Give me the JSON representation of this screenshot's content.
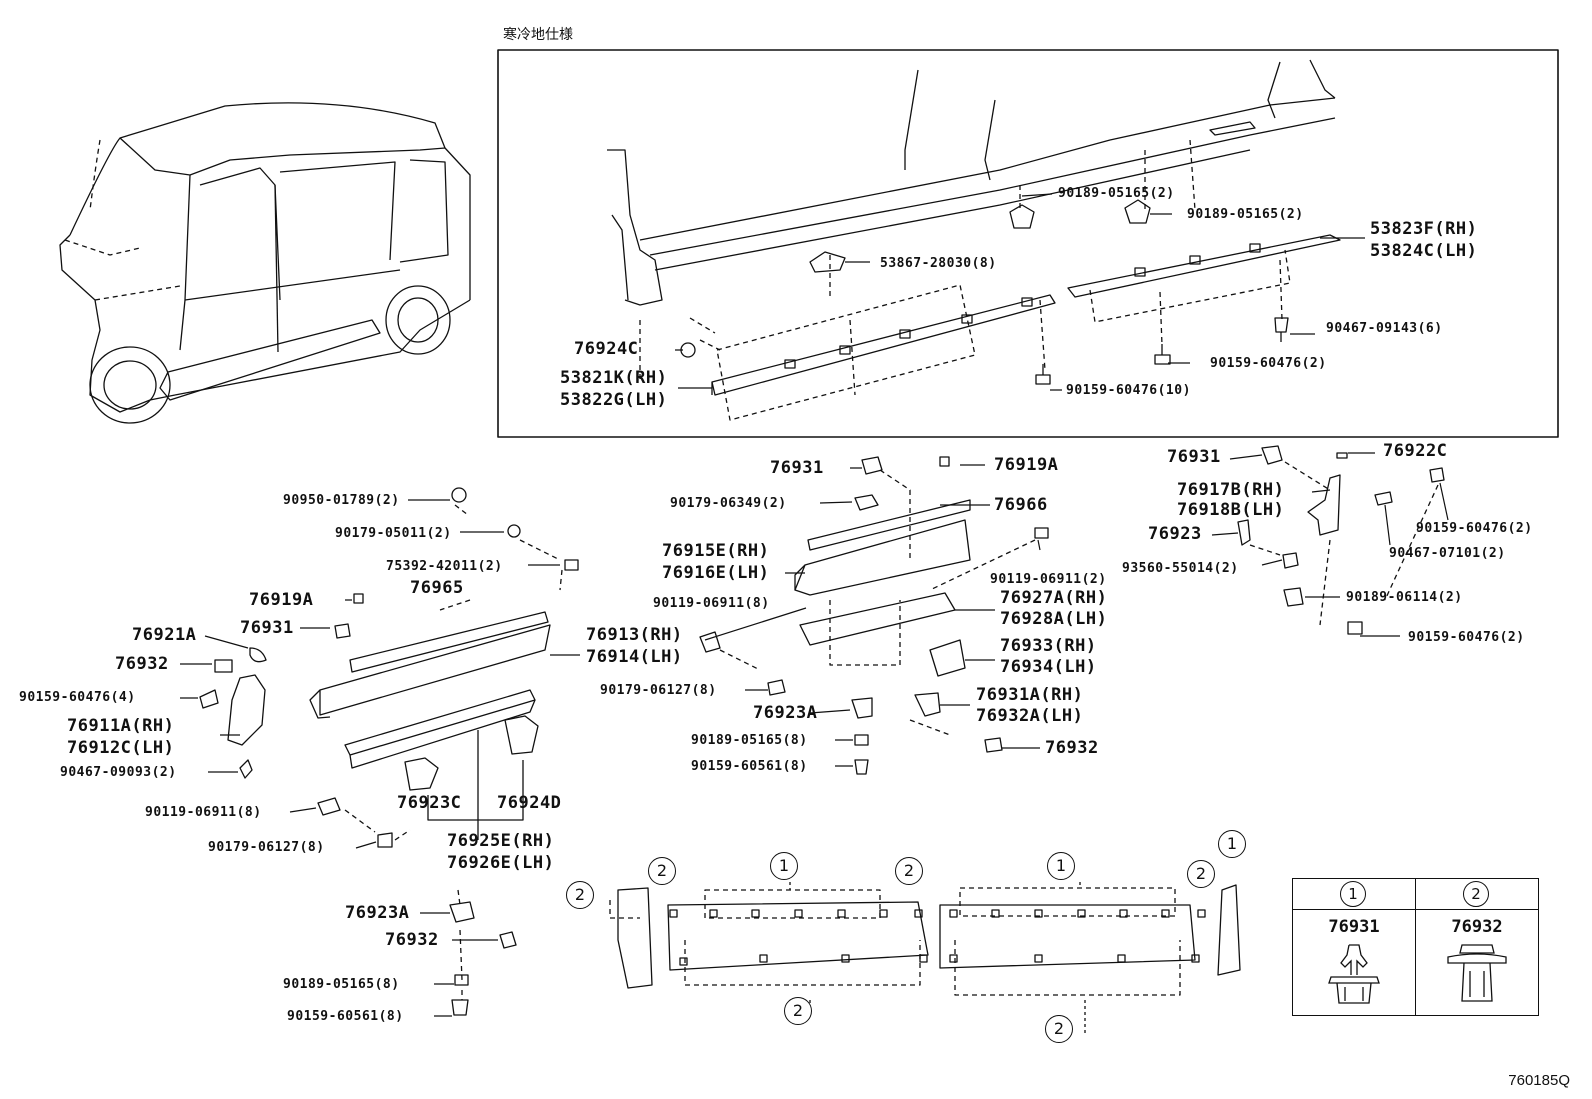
{
  "inset_title": "寒冷地仕様",
  "diagram_code": "760185Q",
  "legend": [
    {
      "marker": "1",
      "part": "76931"
    },
    {
      "marker": "2",
      "part": "76932"
    }
  ],
  "markers": [
    "1",
    "2"
  ],
  "parts": {
    "inset_90189_a": "90189-05165(2)",
    "inset_90189_b": "90189-05165(2)",
    "inset_53823f": "53823F(RH)",
    "inset_53824c": "53824C(LH)",
    "inset_53867": "53867-28030(8)",
    "inset_90467_09143": "90467-09143(6)",
    "inset_76924c": "76924C",
    "inset_90159_2": "90159-60476(2)",
    "inset_53821k": "53821K(RH)",
    "inset_53822g": "53822G(LH)",
    "inset_90159_10": "90159-60476(10)",
    "l_90950": "90950-01789(2)",
    "l_90179_05011": "90179-05011(2)",
    "l_75392": "75392-42011(2)",
    "l_76919a": "76919A",
    "l_76965": "76965",
    "l_76921a": "76921A",
    "l_76931": "76931",
    "l_76913": "76913(RH)",
    "l_76914": "76914(LH)",
    "l_76932": "76932",
    "l_90159_4": "90159-60476(4)",
    "l_76911a": "76911A(RH)",
    "l_76912c": "76912C(LH)",
    "l_90467_09093": "90467-09093(2)",
    "l_76923c": "76923C",
    "l_76924d": "76924D",
    "l_90119_8": "90119-06911(8)",
    "l_90179_06127": "90179-06127(8)",
    "l_76925e": "76925E(RH)",
    "l_76926e": "76926E(LH)",
    "l_76923a": "76923A",
    "l_76932b": "76932",
    "l_90189_8": "90189-05165(8)",
    "l_90159_60561": "90159-60561(8)",
    "m_76931": "76931",
    "m_76919a": "76919A",
    "m_90179_06349": "90179-06349(2)",
    "m_76966": "76966",
    "m_76915e": "76915E(RH)",
    "m_76916e": "76916E(LH)",
    "m_90119_2": "90119-06911(2)",
    "m_90119_8": "90119-06911(8)",
    "m_76927a": "76927A(RH)",
    "m_76928a": "76928A(LH)",
    "m_76933": "76933(RH)",
    "m_76934": "76934(LH)",
    "m_90179_06127": "90179-06127(8)",
    "m_76931a": "76931A(RH)",
    "m_76932a": "76932A(LH)",
    "m_76923a": "76923A",
    "m_90189_8": "90189-05165(8)",
    "m_90159_60561": "90159-60561(8)",
    "m_76932": "76932",
    "r_76931": "76931",
    "r_76922c": "76922C",
    "r_76917b": "76917B(RH)",
    "r_76918b": "76918B(LH)",
    "r_76923": "76923",
    "r_90159_2a": "90159-60476(2)",
    "r_90467_07101": "90467-07101(2)",
    "r_93560": "93560-55014(2)",
    "r_90189_06114": "90189-06114(2)",
    "r_90159_2b": "90159-60476(2)"
  }
}
